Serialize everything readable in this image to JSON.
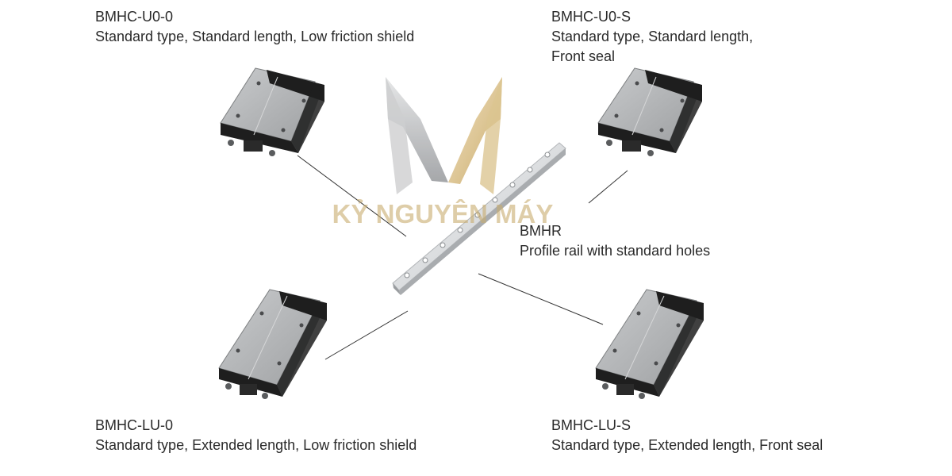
{
  "labels": {
    "top_left": {
      "model": "BMHC-U0-0",
      "desc": "Standard type, Standard length, Low friction shield"
    },
    "top_right": {
      "model": "BMHC-U0-S",
      "desc_line1": "Standard type, Standard length,",
      "desc_line2": "Front seal"
    },
    "rail": {
      "model": "BMHR",
      "desc": "Profile rail with standard holes"
    },
    "bottom_left": {
      "model": "BMHC-LU-0",
      "desc": "Standard type, Extended length, Low friction shield"
    },
    "bottom_right": {
      "model": "BMHC-LU-S",
      "desc": "Standard type, Extended length, Front seal"
    }
  },
  "watermark": {
    "text": "KỶ NGUYÊN MÁY"
  },
  "colors": {
    "block_body": "#8f9193",
    "block_top": "#b8babc",
    "block_end": "#1e1e1e",
    "rail": "#dadde0",
    "leader": "#333333",
    "watermark_gold": "#c8ab6e",
    "watermark_silver": "#a7a9ac"
  }
}
